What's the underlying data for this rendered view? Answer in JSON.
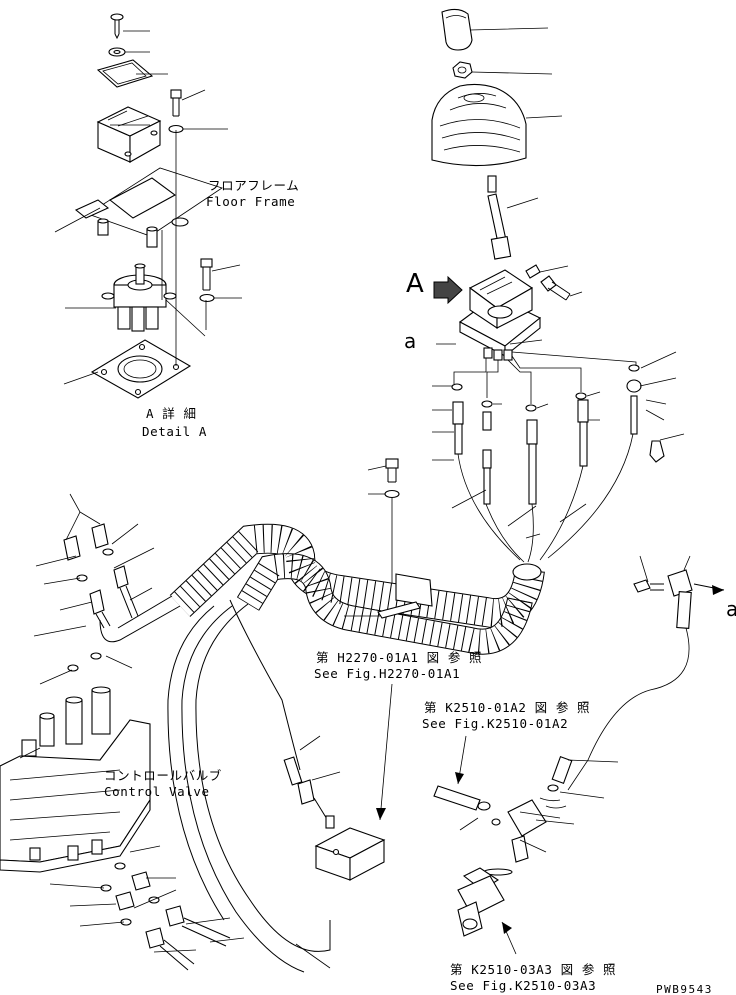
{
  "labels": {
    "floor_frame_jp": "フロアフレーム",
    "floor_frame_en": "Floor Frame",
    "detail_jp": "A 詳 細",
    "detail_en": "Detail A",
    "view_a": "A",
    "ref_a_top": "a",
    "ref_a_right": "a",
    "control_valve_jp": "コントロールバルブ",
    "control_valve_en": "Control Valve",
    "fig_h2270_jp": "第 H2270-01A1 図 参 照",
    "fig_h2270_en": "See Fig.H2270-01A1",
    "fig_k2510_a2_jp": "第 K2510-01A2 図 参 照",
    "fig_k2510_a2_en": "See Fig.K2510-01A2",
    "fig_k2510_a3_jp": "第 K2510-03A3 図 参 照",
    "fig_k2510_a3_en": "See Fig.K2510-03A3",
    "drawing_no": "PWB9543"
  }
}
